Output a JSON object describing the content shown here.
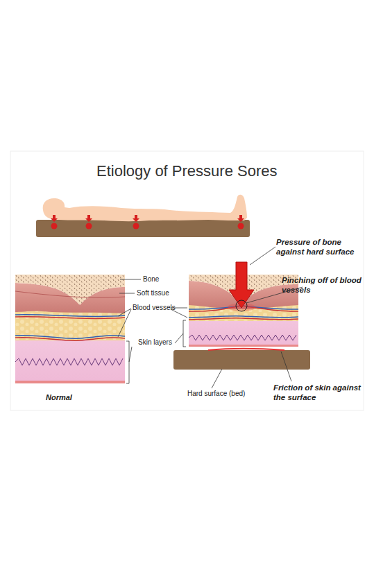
{
  "diagram": {
    "title": "Etiology of Pressure Sores",
    "labels": [
      "Pressure of bone against hard surface",
      "Bone",
      "Pinching off of blood vessels",
      "Soft tissue",
      "Blood vessels",
      "Skin layers",
      "Normal",
      "Hard surface (bed)",
      "Friction of skin against the surface"
    ]
  }
}
